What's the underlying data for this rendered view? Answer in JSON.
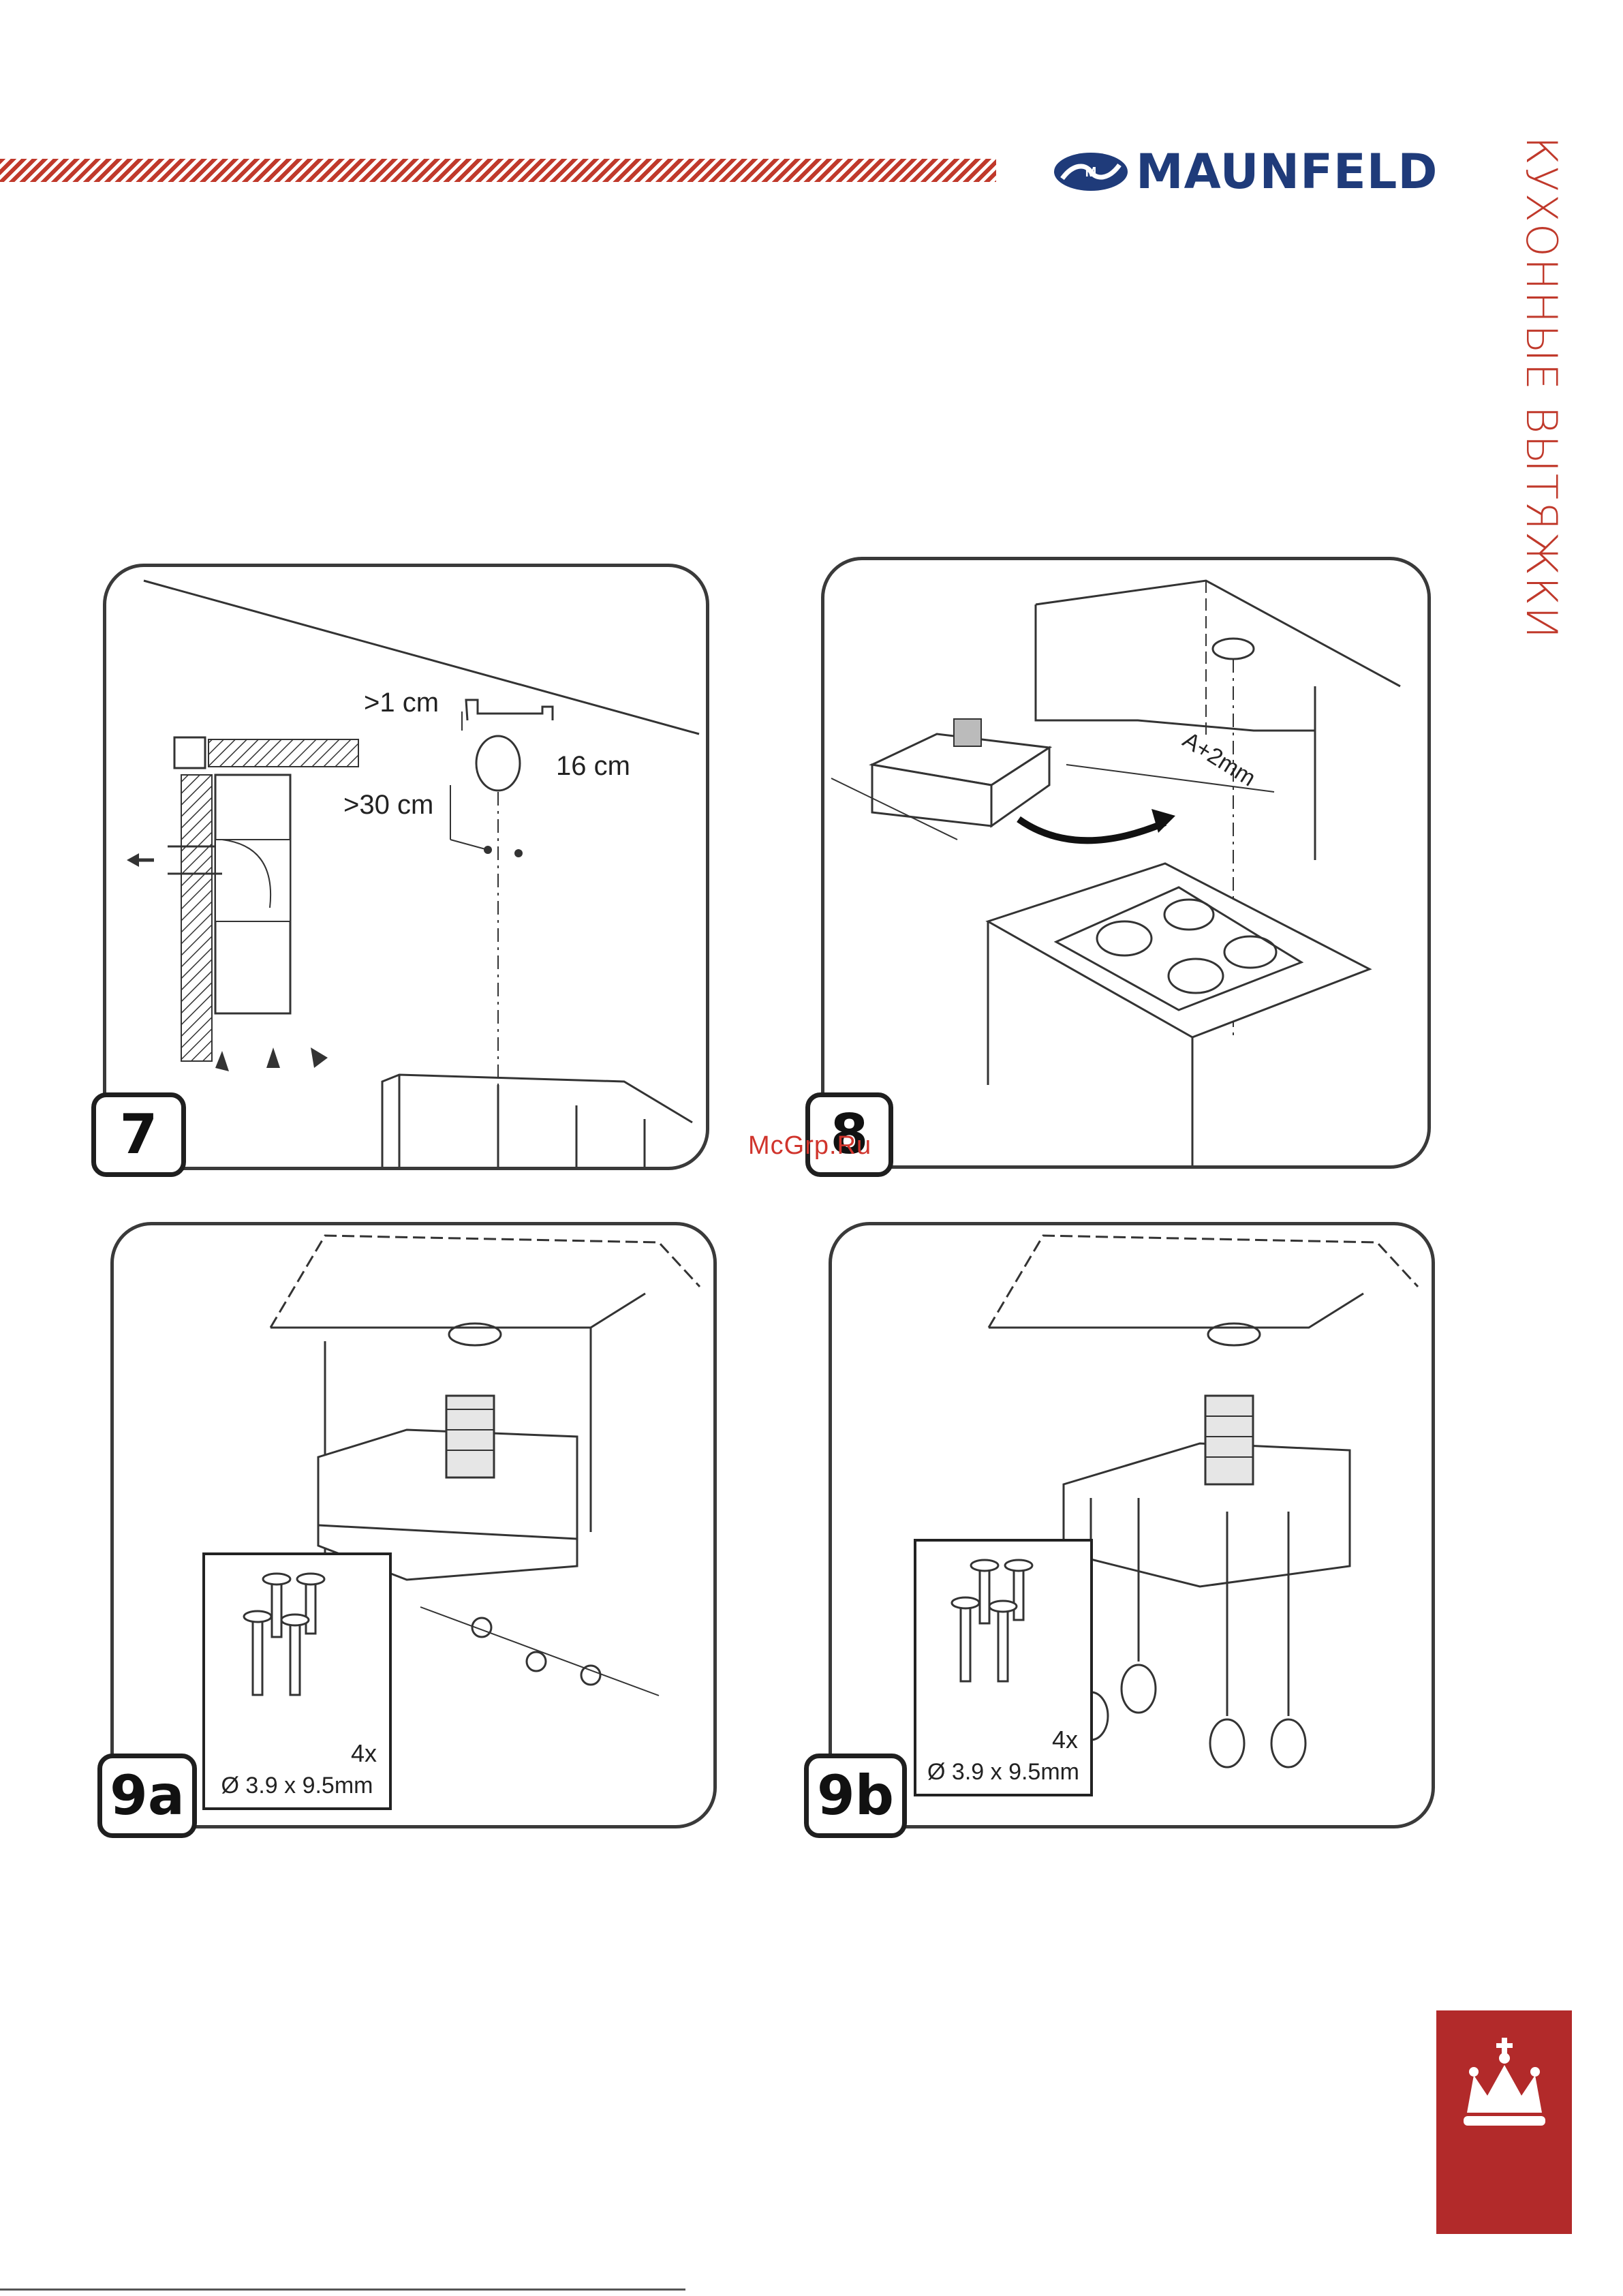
{
  "brand": {
    "name": "MAUNFELD"
  },
  "side_title": "КУХОННЫЕ ВЫТЯЖКИ",
  "watermark": "McGrp.Ru",
  "panels": {
    "p7": {
      "step": "7",
      "label_gap_top": ">1 cm",
      "label_gap_side": ">30 cm",
      "label_duct": "16 cm"
    },
    "p8": {
      "step": "8",
      "label_width": "A+2mm"
    },
    "p9a": {
      "step": "9a",
      "screws_qty": "4x",
      "screws_size": "Ø 3.9 x 9.5mm"
    },
    "p9b": {
      "step": "9b",
      "screws_qty": "4x",
      "screws_size": "Ø 3.9 x 9.5mm"
    }
  },
  "colors": {
    "accent": "#c0392b",
    "brand_blue": "#1f3b7a",
    "corner_block": "#b22a2a"
  },
  "icons": [
    "maunfeld-logo-icon",
    "crown-icon",
    "screwdriver-icon",
    "rotate-arrow-icon"
  ]
}
